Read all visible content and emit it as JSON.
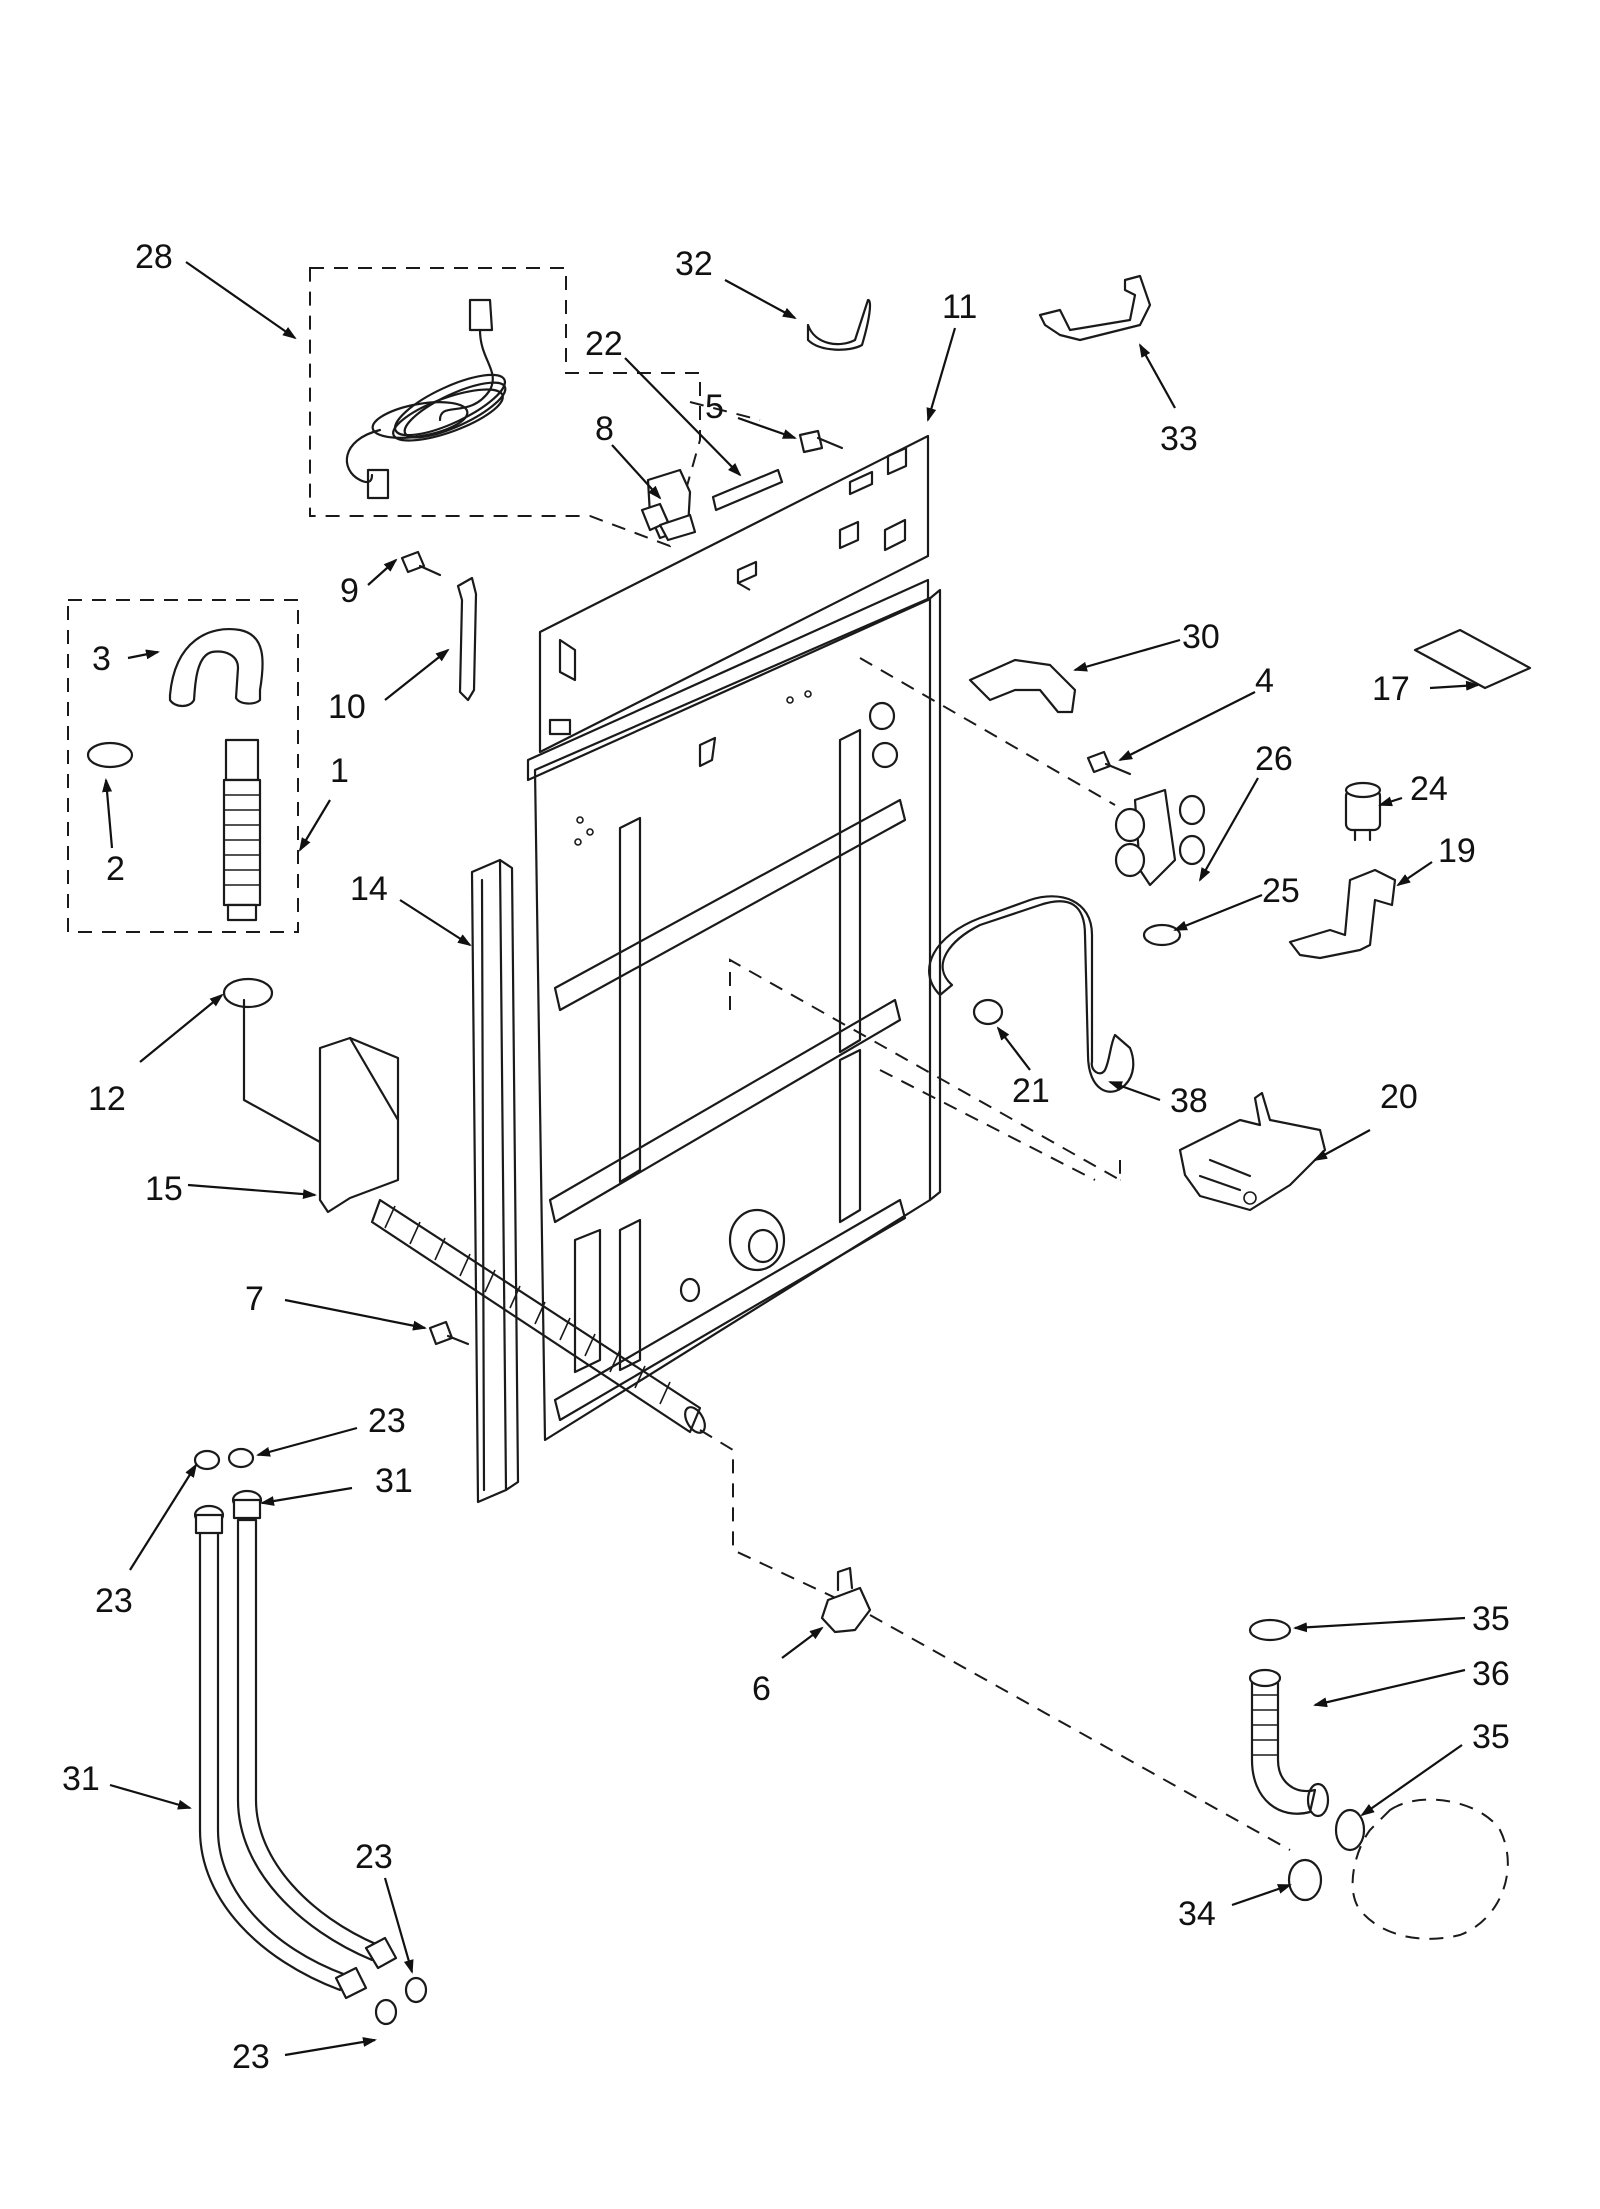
{
  "callouts": {
    "c28": "28",
    "c32": "32",
    "c22": "22",
    "c11": "11",
    "c5": "5",
    "c8": "8",
    "c33": "33",
    "c9": "9",
    "c10": "10",
    "c3": "3",
    "c2": "2",
    "c1": "1",
    "c30": "30",
    "c4": "4",
    "c17": "17",
    "c26": "26",
    "c24": "24",
    "c19": "19",
    "c25": "25",
    "c14": "14",
    "c21": "21",
    "c38": "38",
    "c20": "20",
    "c12": "12",
    "c15": "15",
    "c7": "7",
    "c23a": "23",
    "c31a": "31",
    "c23b": "23",
    "c6": "6",
    "c35a": "35",
    "c36": "36",
    "c35b": "35",
    "c31b": "31",
    "c23c": "23",
    "c34": "34",
    "c23d": "23"
  }
}
